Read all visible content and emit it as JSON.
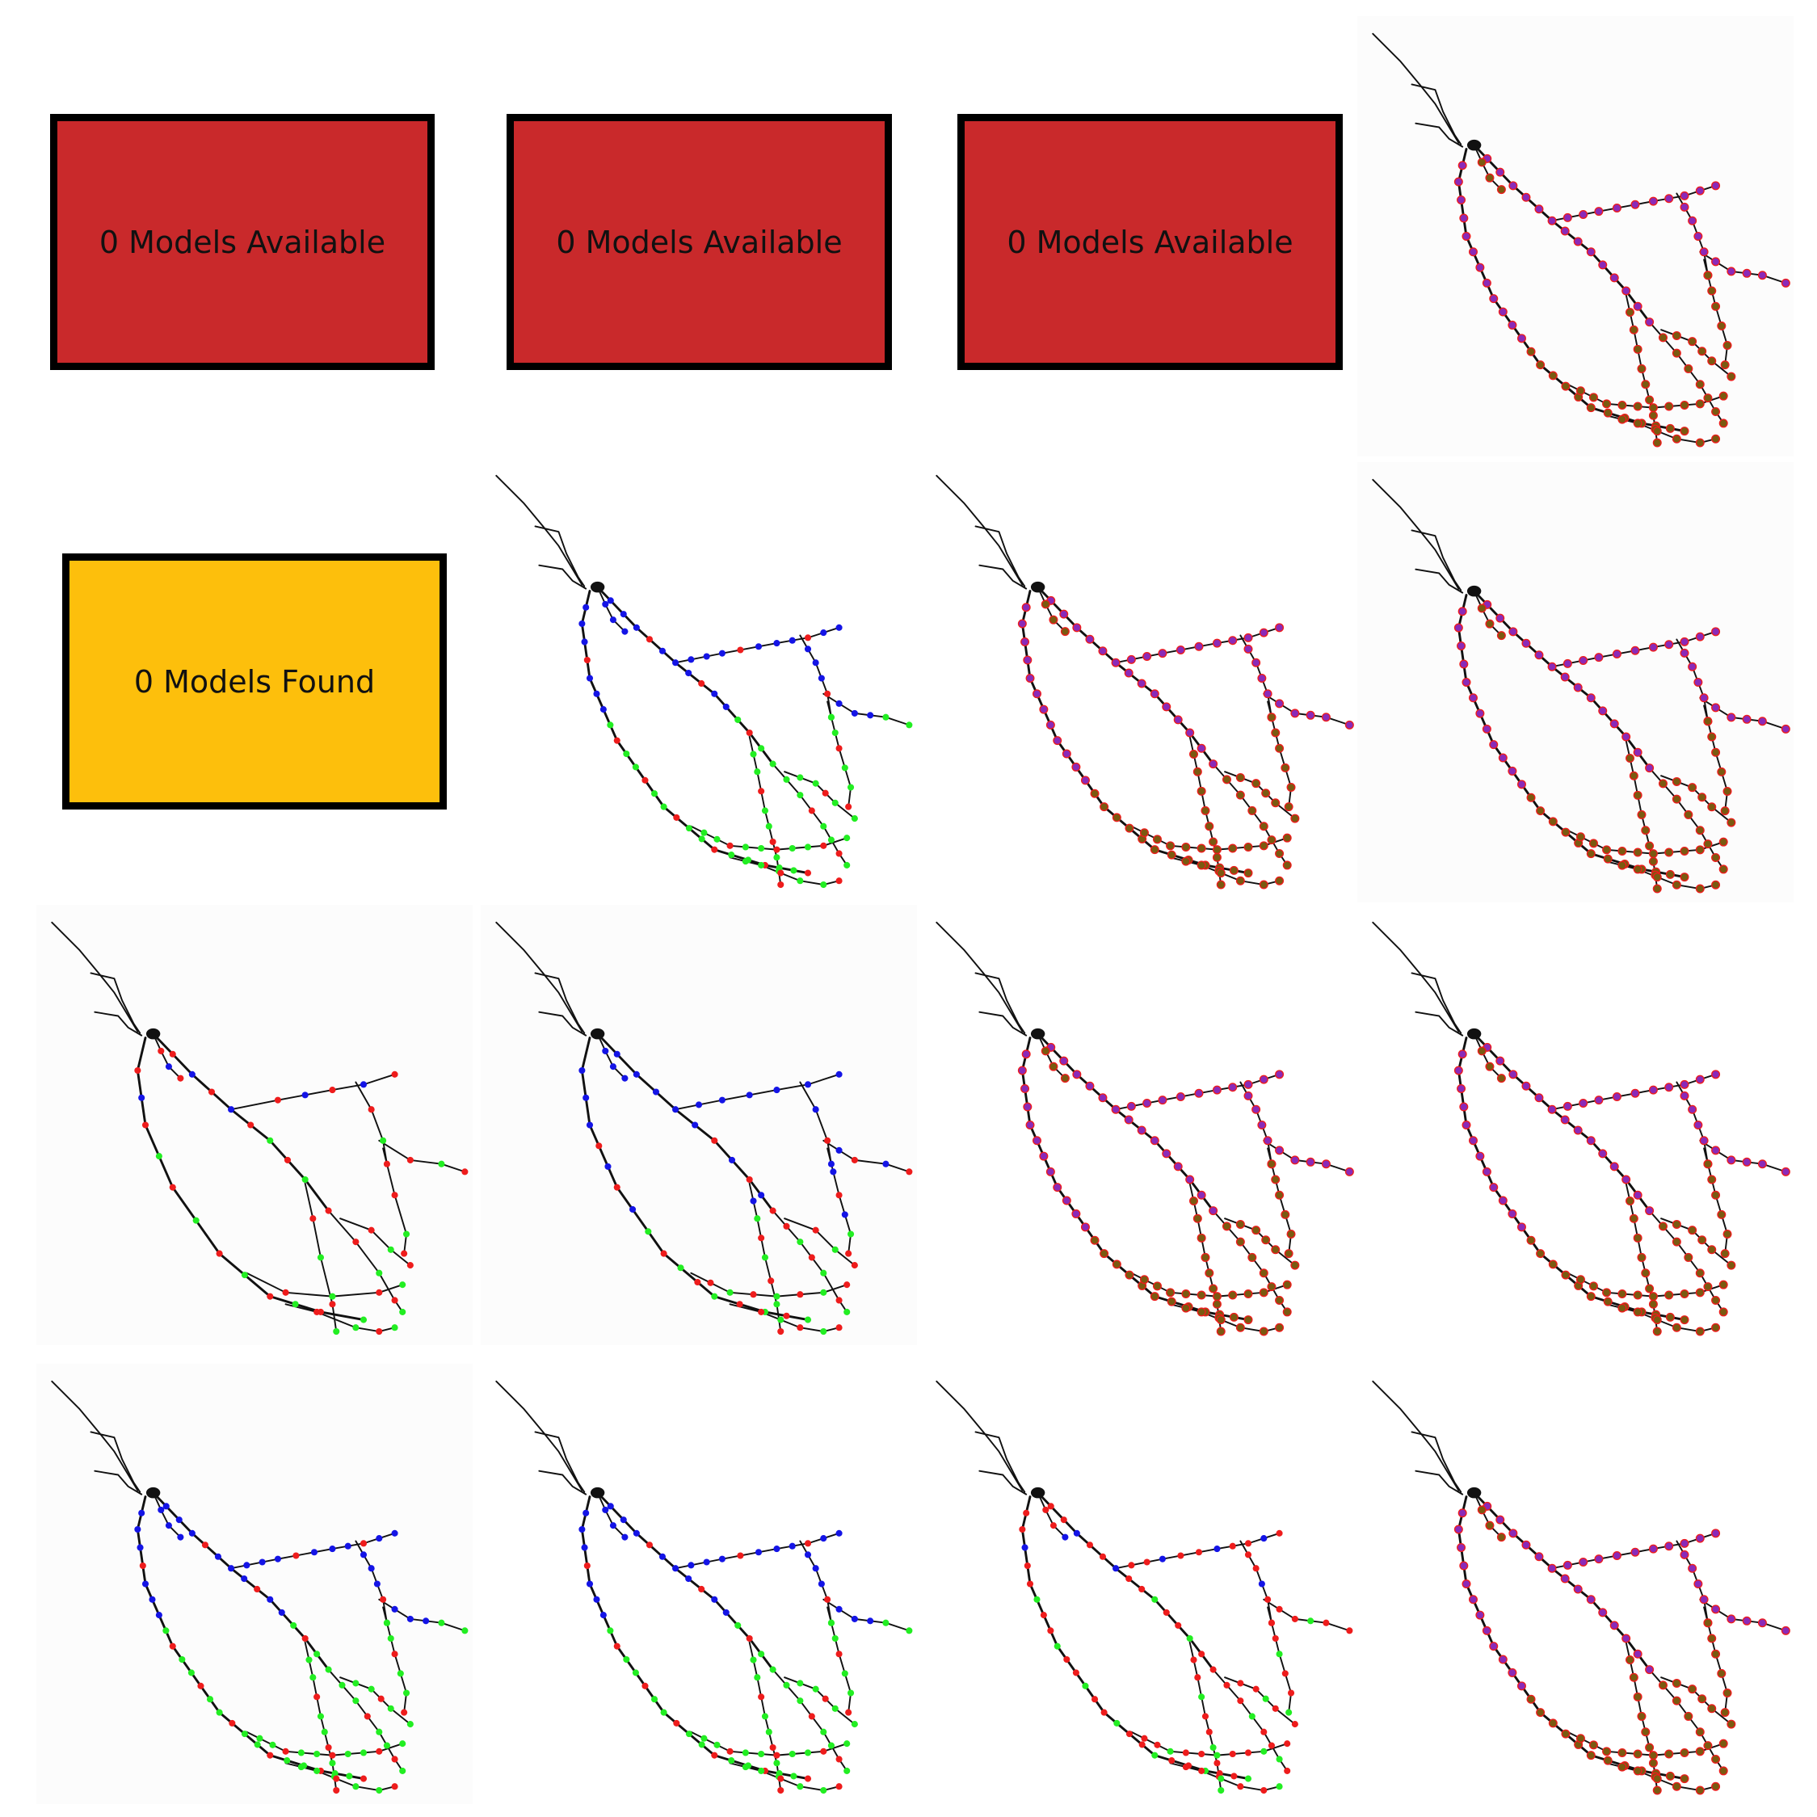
{
  "boxes": [
    {
      "label": "0 Models Available",
      "color": "#c9292b"
    },
    {
      "label": "0 Models Available",
      "color": "#c9292b"
    },
    {
      "label": "0 Models Available",
      "color": "#c9292b"
    },
    {
      "label": "0 Models Found",
      "color": "#fdbf0c"
    }
  ],
  "colors": {
    "branch": "#111111",
    "soma": "#111111",
    "blue_marker": "#1414e6",
    "red_marker": "#ee1c1c",
    "green_marker": "#22ee22",
    "purple_marker": "#8a2ab8",
    "olive_marker": "#7a5a10"
  },
  "panels": [
    {
      "id": "r1c4",
      "style": "purple"
    },
    {
      "id": "r2c2",
      "style": "bluegreen"
    },
    {
      "id": "r2c3",
      "style": "purple"
    },
    {
      "id": "r2c4",
      "style": "purple"
    },
    {
      "id": "r3c1",
      "style": "sparse"
    },
    {
      "id": "r3c2",
      "style": "mixed"
    },
    {
      "id": "r3c3",
      "style": "purple"
    },
    {
      "id": "r3c4",
      "style": "purple"
    },
    {
      "id": "r4c1",
      "style": "bluegreen"
    },
    {
      "id": "r4c2",
      "style": "bluegreen"
    },
    {
      "id": "r4c3",
      "style": "redgreen"
    },
    {
      "id": "r4c4",
      "style": "purple"
    }
  ]
}
